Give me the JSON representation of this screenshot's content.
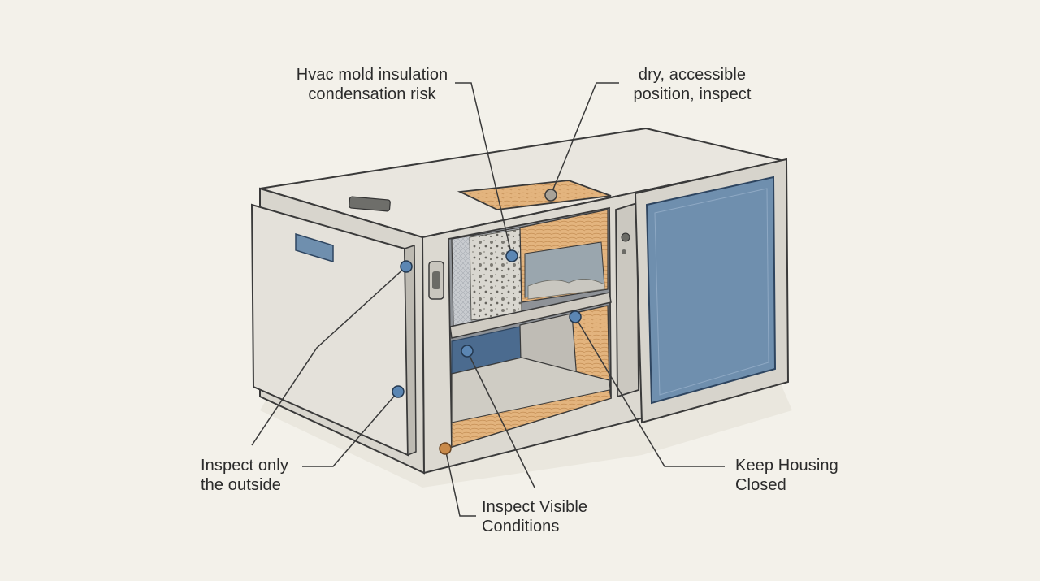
{
  "labels": {
    "mold": {
      "line1": "Hvac mold insulation",
      "line2": "condensation risk"
    },
    "dry": {
      "line1": "dry, accessible",
      "line2": "position, inspect"
    },
    "outside": {
      "line1": "Inspect only",
      "line2": "the outside"
    },
    "visible": {
      "line1": "Inspect Visible",
      "line2": "Conditions"
    },
    "housing": {
      "line1": "Keep Housing",
      "line2": "Closed"
    }
  },
  "colors": {
    "background": "#f3f1ea",
    "housing": "#e6e3db",
    "insulation": "#e3b47e",
    "blue_panel": "#6f8fae",
    "mold": "#8a8a82",
    "outline": "#3a3a3a",
    "marker_blue": "#5b86b3",
    "marker_orange": "#c98a4a"
  }
}
